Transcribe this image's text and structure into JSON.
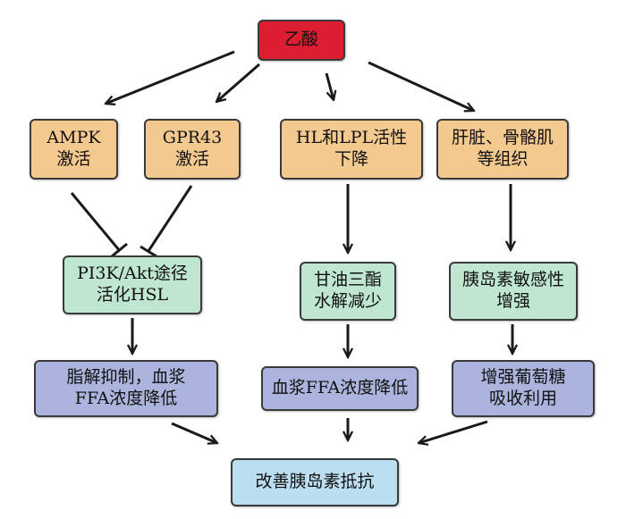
{
  "nodes": {
    "source": {
      "text": "乙酸",
      "color": "#dc1e30"
    },
    "ampk": {
      "line1": "AMPK",
      "line2": "激活",
      "color": "#f4c98f"
    },
    "gpr43": {
      "line1": "GPR43",
      "line2": "激活",
      "color": "#f4c98f"
    },
    "hl_lpl": {
      "line1": "HL和LPL活性",
      "line2": "下降",
      "color": "#f4c98f"
    },
    "liver_muscle": {
      "line1": "肝脏、骨骼肌",
      "line2": "等组织",
      "color": "#f4c98f"
    },
    "pi3k": {
      "line1": "PI3K/Akt途径",
      "line2": "活化HSL",
      "color": "#bfe6d1"
    },
    "tg_hydrolysis": {
      "line1": "甘油三酯",
      "line2": "水解减少",
      "color": "#bfe6d1"
    },
    "insulin_sensitivity": {
      "line1": "胰岛素敏感性",
      "line2": "增强",
      "color": "#bfe6d1"
    },
    "lipolysis": {
      "line1": "脂解抑制，血浆",
      "line2": "FFA浓度降低",
      "color": "#aab4dc"
    },
    "ffa": {
      "text": "血浆FFA浓度降低",
      "color": "#aab4dc"
    },
    "glucose": {
      "line1": "增强葡萄糖",
      "line2": "吸收利用",
      "color": "#aab4dc"
    },
    "result": {
      "text": "改善胰岛素抵抗",
      "color": "#bcdef1"
    }
  },
  "edges": [
    {
      "from": "source",
      "to": "ampk",
      "type": "activation"
    },
    {
      "from": "source",
      "to": "gpr43",
      "type": "activation"
    },
    {
      "from": "source",
      "to": "hl_lpl",
      "type": "activation"
    },
    {
      "from": "source",
      "to": "liver_muscle",
      "type": "activation"
    },
    {
      "from": "ampk",
      "to": "pi3k",
      "type": "inhibition"
    },
    {
      "from": "gpr43",
      "to": "pi3k",
      "type": "inhibition"
    },
    {
      "from": "hl_lpl",
      "to": "tg_hydrolysis",
      "type": "activation"
    },
    {
      "from": "liver_muscle",
      "to": "insulin_sensitivity",
      "type": "activation"
    },
    {
      "from": "pi3k",
      "to": "lipolysis",
      "type": "activation"
    },
    {
      "from": "tg_hydrolysis",
      "to": "ffa",
      "type": "activation"
    },
    {
      "from": "insulin_sensitivity",
      "to": "glucose",
      "type": "activation"
    },
    {
      "from": "lipolysis",
      "to": "result",
      "type": "activation"
    },
    {
      "from": "ffa",
      "to": "result",
      "type": "activation"
    },
    {
      "from": "glucose",
      "to": "result",
      "type": "activation"
    }
  ]
}
